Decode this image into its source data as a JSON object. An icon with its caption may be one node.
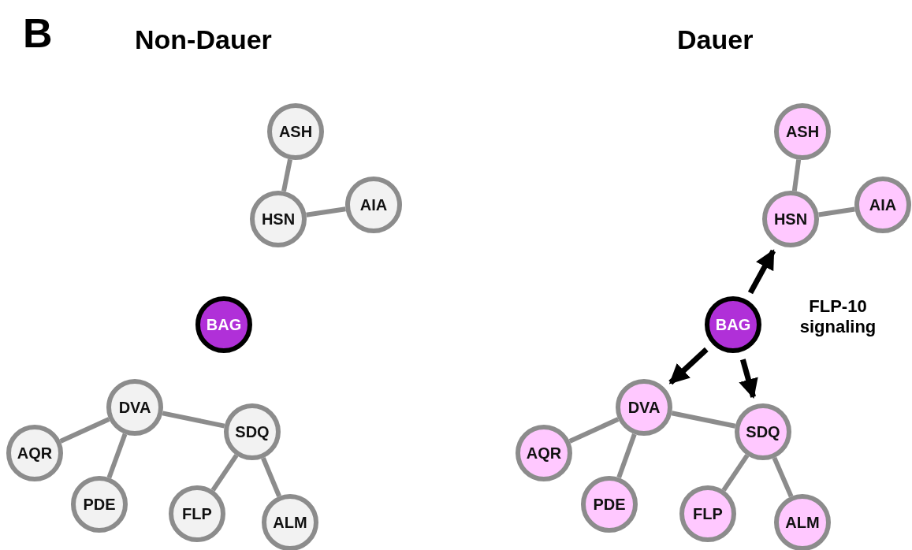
{
  "diagram": {
    "nodes": [
      {
        "text": [
          "ASH"
        ]
      },
      {
        "text": [
          "HSN"
        ]
      },
      {
        "text": [
          "AIA"
        ]
      },
      {
        "text": [
          "BAG"
        ]
      },
      {
        "text": [
          "DVA"
        ]
      },
      {
        "text": [
          "SDQ"
        ]
      },
      {
        "text": [
          "AQR"
        ]
      },
      {
        "text": [
          "PDE"
        ]
      },
      {
        "text": [
          "FLP"
        ]
      },
      {
        "text": [
          "ALM"
        ]
      },
      {
        "text": [
          "ASH"
        ]
      },
      {
        "text": [
          "HSN"
        ]
      },
      {
        "text": [
          "AIA"
        ]
      },
      {
        "text": [
          "BAG"
        ]
      },
      {
        "text": [
          "DVA"
        ]
      },
      {
        "text": [
          "SDQ"
        ]
      },
      {
        "text": [
          "AQR"
        ]
      },
      {
        "text": [
          "PDE"
        ]
      },
      {
        "text": [
          "FLP"
        ]
      },
      {
        "text": [
          "ALM"
        ]
      }
    ],
    "edges": [
      {
        "from": 0,
        "to": 1,
        "arrow": "none"
      },
      {
        "from": 1,
        "to": 2,
        "arrow": "none"
      },
      {
        "from": 4,
        "to": 5,
        "arrow": "none"
      },
      {
        "from": 4,
        "to": 6,
        "arrow": "none"
      },
      {
        "from": 4,
        "to": 7,
        "arrow": "none"
      },
      {
        "from": 5,
        "to": 8,
        "arrow": "none"
      },
      {
        "from": 5,
        "to": 9,
        "arrow": "none"
      },
      {
        "from": 10,
        "to": 11,
        "arrow": "none"
      },
      {
        "from": 11,
        "to": 12,
        "arrow": "none"
      },
      {
        "from": 14,
        "to": 15,
        "arrow": "none"
      },
      {
        "from": 14,
        "to": 16,
        "arrow": "none"
      },
      {
        "from": 14,
        "to": 17,
        "arrow": "none"
      },
      {
        "from": 15,
        "to": 18,
        "arrow": "none"
      },
      {
        "from": 15,
        "to": 19,
        "arrow": "none"
      },
      {
        "from": 13,
        "to": 11,
        "arrow": "to",
        "color": "#000000"
      },
      {
        "from": 13,
        "to": 14,
        "arrow": "to",
        "color": "#000000"
      },
      {
        "from": 13,
        "to": 15,
        "arrow": "to",
        "color": "#000000"
      }
    ],
    "labels": [
      "B",
      "Non-Dauer",
      "Dauer",
      "FLP-10 signaling"
    ]
  }
}
